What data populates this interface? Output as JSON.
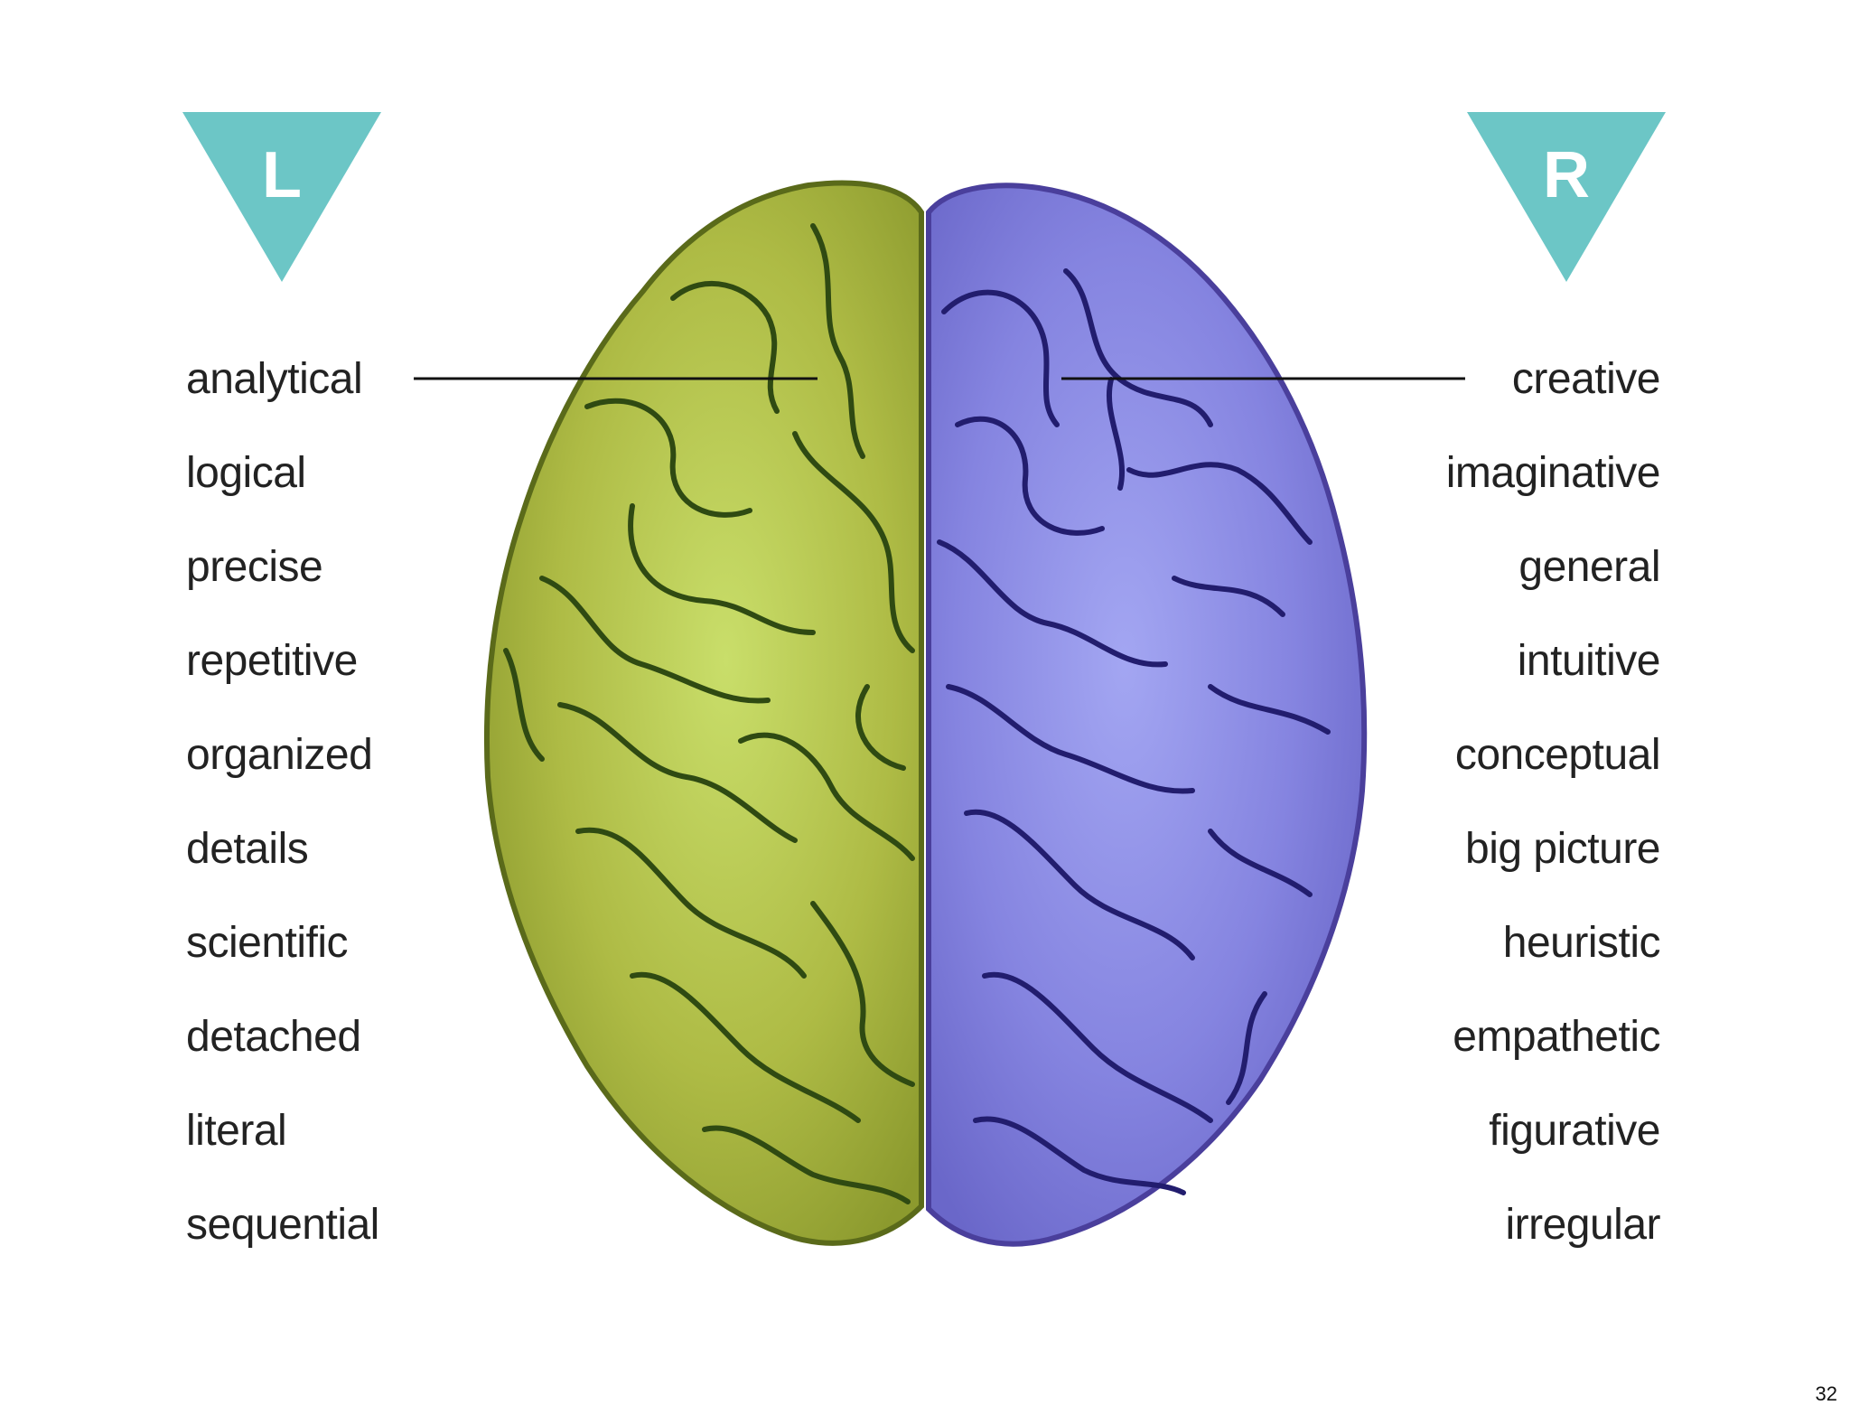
{
  "left_hemisphere": {
    "marker": "L",
    "color": "#b3c24a",
    "traits": [
      "analytical",
      "logical",
      "precise",
      "repetitive",
      "organized",
      "details",
      "scientific",
      "detached",
      "literal",
      "sequential"
    ]
  },
  "right_hemisphere": {
    "marker": "R",
    "color": "#8f8ee6",
    "traits": [
      "creative",
      "imaginative",
      "general",
      "intuitive",
      "conceptual",
      "big picture",
      "heuristic",
      "empathetic",
      "figurative",
      "irregular"
    ]
  },
  "marker_color": "#6cc6c6",
  "slide_number": "32"
}
